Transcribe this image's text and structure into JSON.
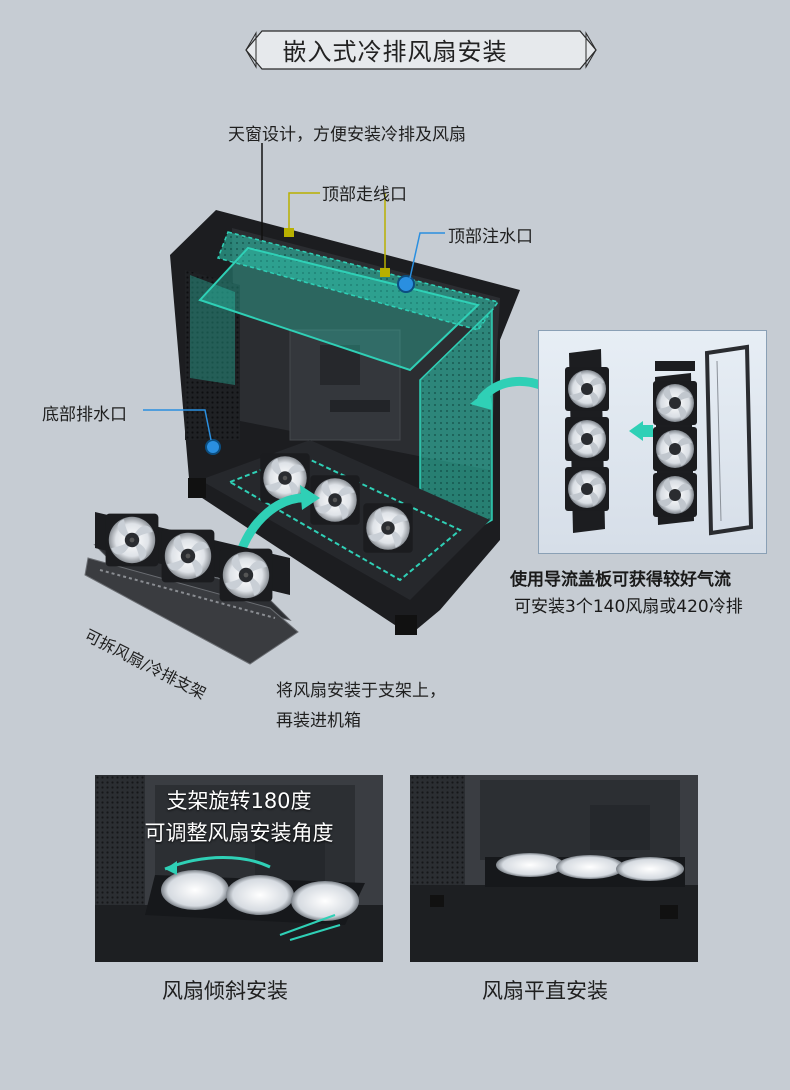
{
  "header": {
    "title": "嵌入式冷排风扇安装"
  },
  "callouts": {
    "skylight": "天窗设计，方便安装冷排及风扇",
    "top_cable_port": "顶部走线口",
    "top_fill_port": "顶部注水口",
    "bottom_drain_port": "底部排水口",
    "detachable_bracket": "可拆风扇/冷排支架"
  },
  "inset": {
    "caption_bold": "使用导流盖板可获得较好气流",
    "caption": "可安装3个140风扇或420冷排"
  },
  "mount_note": {
    "line1": "将风扇安装于支架上，",
    "line2": "再装进机箱"
  },
  "photos": {
    "tilted": {
      "overlay_line1": "支架旋转180度",
      "overlay_line2": "可调整风扇安装角度",
      "caption": "风扇倾斜安装"
    },
    "flat": {
      "caption": "风扇平直安装"
    }
  },
  "colors": {
    "background": "#c6ccd3",
    "accent_teal": "#2fd0b6",
    "case_black": "#1c1d20",
    "cable_yellow": "#b8b000",
    "water_blue": "#2a8fe0"
  }
}
